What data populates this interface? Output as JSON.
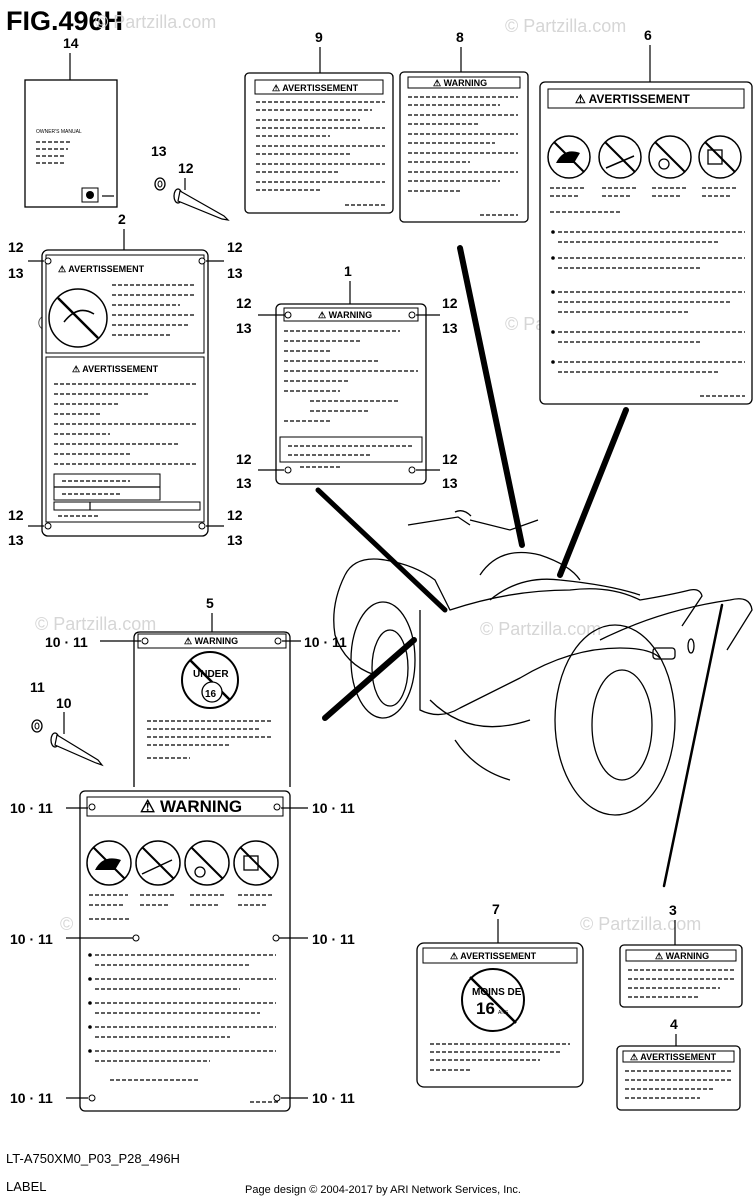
{
  "figure": {
    "title": "FIG.496H",
    "code": "LT-A750XM0_P03_P28_496H",
    "caption": "LABEL",
    "credit": "Page design © 2004-2017 by ARI Network Services, Inc."
  },
  "watermark": {
    "text": "© Partzilla.com"
  },
  "callouts": {
    "n1": "1",
    "n2": "2",
    "n3": "3",
    "n4": "4",
    "n5": "5",
    "n6": "6",
    "n7": "7",
    "n8": "8",
    "n9": "9",
    "n10": "10",
    "n11": "11",
    "n12": "12",
    "n13": "13",
    "n14": "14",
    "pair_10_11": "10 · 11"
  },
  "labels": {
    "warning": "WARNING",
    "avertissement": "AVERTISSEMENT",
    "under": "UNDER",
    "age16": "16",
    "moins_de": "MOINS DE",
    "ans": "ANS",
    "owners_manual": "OWNER'S MANUAL"
  }
}
